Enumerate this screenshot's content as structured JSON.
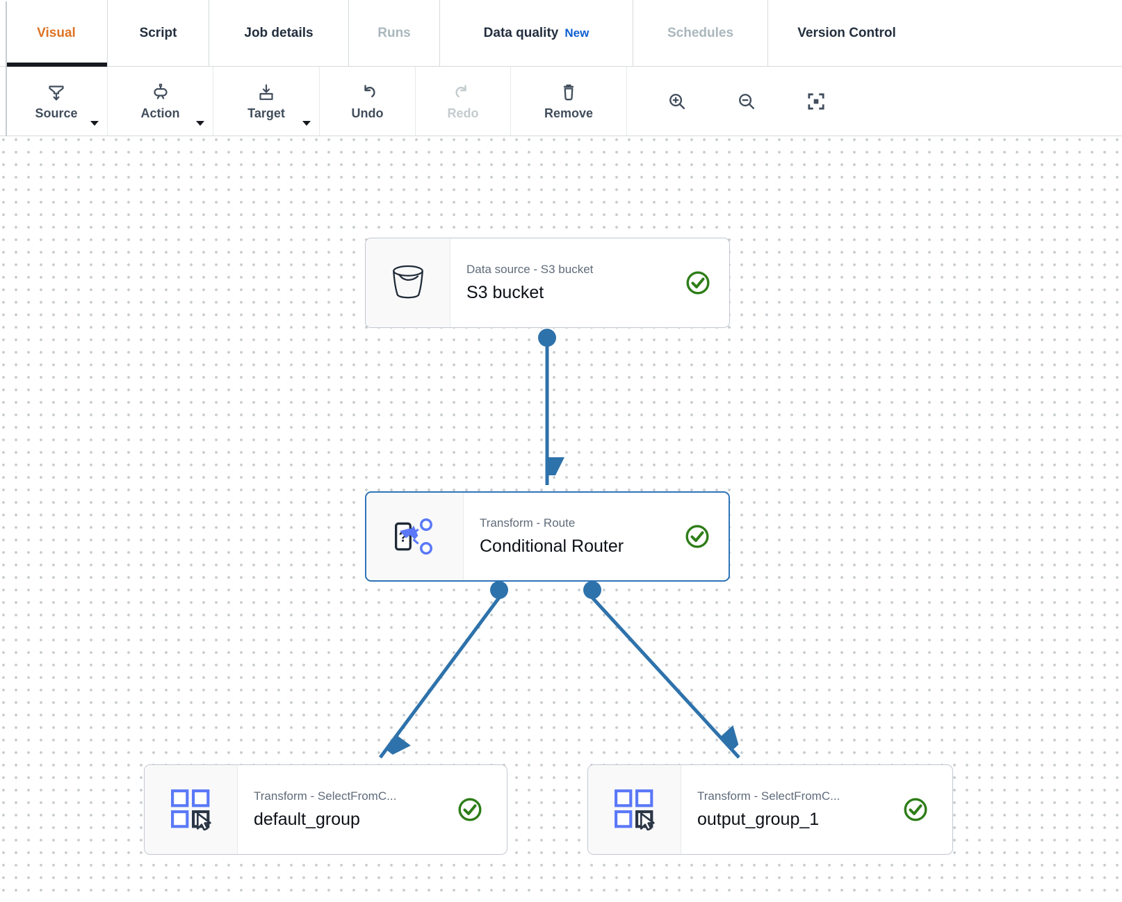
{
  "tabs": [
    {
      "label": "Visual",
      "active": true
    },
    {
      "label": "Script"
    },
    {
      "label": "Job details"
    },
    {
      "label": "Runs",
      "disabled": true
    },
    {
      "label": "Data quality",
      "badge": "New"
    },
    {
      "label": "Schedules",
      "disabled": true
    },
    {
      "label": "Version Control"
    }
  ],
  "toolbar": {
    "buttons": [
      {
        "label": "Source",
        "icon": "source-icon",
        "dropdown": true
      },
      {
        "label": "Action",
        "icon": "action-icon",
        "dropdown": true
      },
      {
        "label": "Target",
        "icon": "target-icon",
        "dropdown": true
      },
      {
        "label": "Undo",
        "icon": "undo-icon"
      },
      {
        "label": "Redo",
        "icon": "redo-icon",
        "disabled": true
      },
      {
        "label": "Remove",
        "icon": "trash-icon"
      }
    ],
    "icon_buttons": [
      {
        "icon": "zoom-in-icon"
      },
      {
        "icon": "zoom-out-icon"
      },
      {
        "icon": "fit-to-screen-icon"
      }
    ]
  },
  "canvas": {
    "nodes": [
      {
        "type_label": "Data source - S3 bucket",
        "name": "S3 bucket",
        "icon": "s3-bucket-icon",
        "status": "valid"
      },
      {
        "type_label": "Transform - Route",
        "name": "Conditional Router",
        "icon": "conditional-router-icon",
        "status": "valid",
        "selected": true
      },
      {
        "type_label": "Transform - SelectFromC...",
        "name": "default_group",
        "icon": "select-from-collection-icon",
        "status": "valid"
      },
      {
        "type_label": "Transform - SelectFromC...",
        "name": "output_group_1",
        "icon": "select-from-collection-icon",
        "status": "valid"
      }
    ],
    "edges": [
      {
        "from": "S3 bucket",
        "to": "Conditional Router"
      },
      {
        "from": "Conditional Router",
        "to": "default_group"
      },
      {
        "from": "Conditional Router",
        "to": "output_group_1"
      }
    ]
  },
  "colors": {
    "active_tab_orange": "#dd7324",
    "badge_new_blue": "#0d5fd0",
    "edge_blue": "#2e72ab",
    "icon_blue": "#5a78f7",
    "success_green": "#2e7d18",
    "selected_node_border": "#2e73b8"
  }
}
